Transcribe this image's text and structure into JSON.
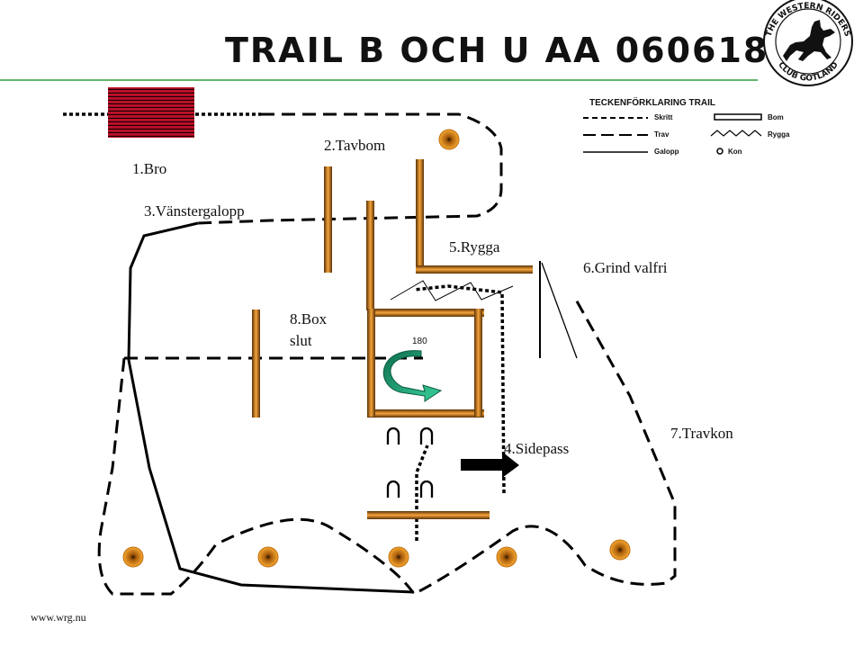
{
  "title": "TRAIL B OCH U AA 060618",
  "logo": {
    "top_text": "THE WESTERN RIDERS",
    "bottom_text": "CLUB GOTLAND"
  },
  "legend": {
    "title": "TECKENFÖRKLARING TRAIL",
    "skritt": "Skritt",
    "trav": "Trav",
    "galopp": "Galopp",
    "bom": "Bom",
    "rygga": "Rygga",
    "kon": "Kon"
  },
  "stations": {
    "bro": "1.Bro",
    "tavbom": "2.Tavbom",
    "vanstergalopp": "3.Vänstergalopp",
    "sidepass": "4.Sidepass",
    "rygga": "5.Rygga",
    "grind": "6.Grind valfri",
    "travkon": "7.Travkon",
    "box_line1": "8.Box",
    "box_line2": "slut"
  },
  "turn_degrees": "180",
  "footer": "www.wrg.nu",
  "colors": {
    "rule_line": "#2e9e3a",
    "bridge": "#c0102a",
    "pole": "#e08a1e",
    "cone": "#f0a020",
    "turn_arrow": "#1aa87a"
  }
}
